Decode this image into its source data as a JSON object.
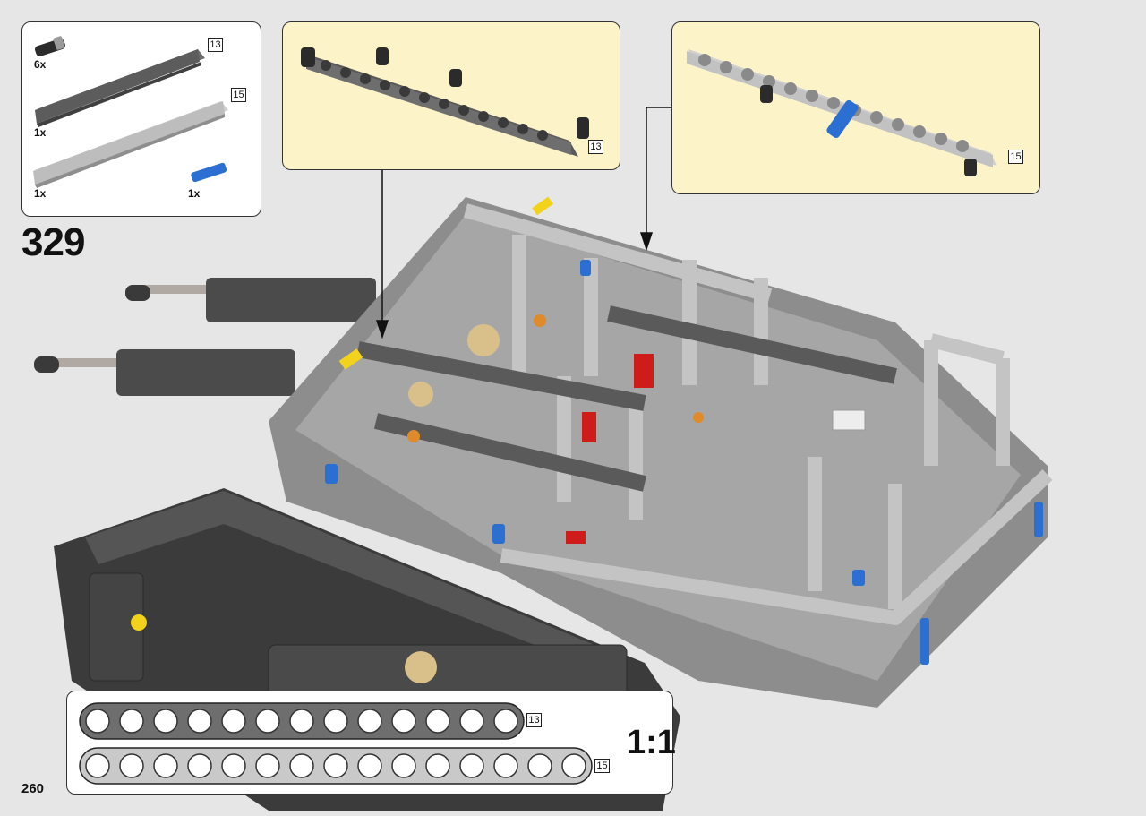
{
  "page": {
    "step_number": "329",
    "page_number": "260"
  },
  "parts_list": {
    "items": [
      {
        "name": "black-pin-with-bush",
        "qty": "6x"
      },
      {
        "name": "dark-gray-beam-13",
        "qty": "1x",
        "length": "13"
      },
      {
        "name": "light-gray-beam-15",
        "qty": "1x",
        "length": "15"
      },
      {
        "name": "blue-axle-pin",
        "qty": "1x"
      }
    ]
  },
  "callouts": [
    {
      "beam_length": "13"
    },
    {
      "beam_length": "15"
    }
  ],
  "scale_ruler": {
    "ratio": "1:1",
    "beams": [
      {
        "length": "13",
        "holes": 13
      },
      {
        "length": "15",
        "holes": 15
      }
    ]
  },
  "colors": {
    "callout_bg": "#fdf3c9",
    "page_bg": "#e6e6e6",
    "dark_beam": "#6e6e6e",
    "light_beam": "#c9c9c9",
    "blue_pin": "#2a6fd1",
    "red_part": "#d01b1b",
    "yellow_part": "#f2d21b",
    "tan_gear": "#d9c08a"
  }
}
